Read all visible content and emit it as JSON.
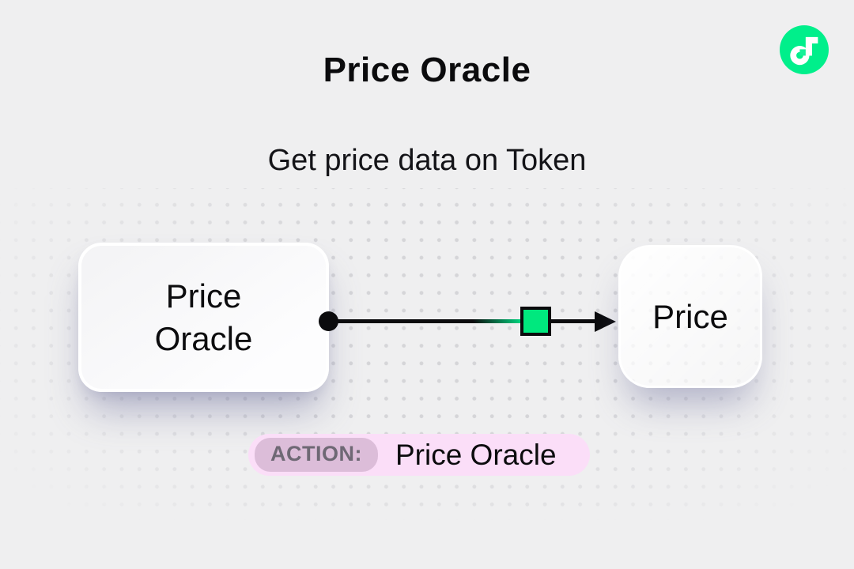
{
  "colors": {
    "background": "#efeff0",
    "dot_grid": "#d5d5d8",
    "text": "#0c0c0e",
    "flow_green": "#00ef8b",
    "marker_green": "#00e87e",
    "badge_bg": "#fbdef8",
    "badge_label_bg": "#dcbdd9",
    "badge_label_text": "#6e6874",
    "edge_black": "#0b0b0d"
  },
  "header": {
    "title": "Price Oracle",
    "subtitle": "Get price data on Token"
  },
  "icons": {
    "logo": "flow-logo",
    "edge_start": "edge-start-dot",
    "edge_marker": "action-marker-square",
    "edge_end": "arrowhead-icon"
  },
  "diagram": {
    "source_node": {
      "line1": "Price",
      "line2": "Oracle"
    },
    "target_node": {
      "label": "Price"
    }
  },
  "action_badge": {
    "label": "ACTION:",
    "value": "Price Oracle"
  }
}
